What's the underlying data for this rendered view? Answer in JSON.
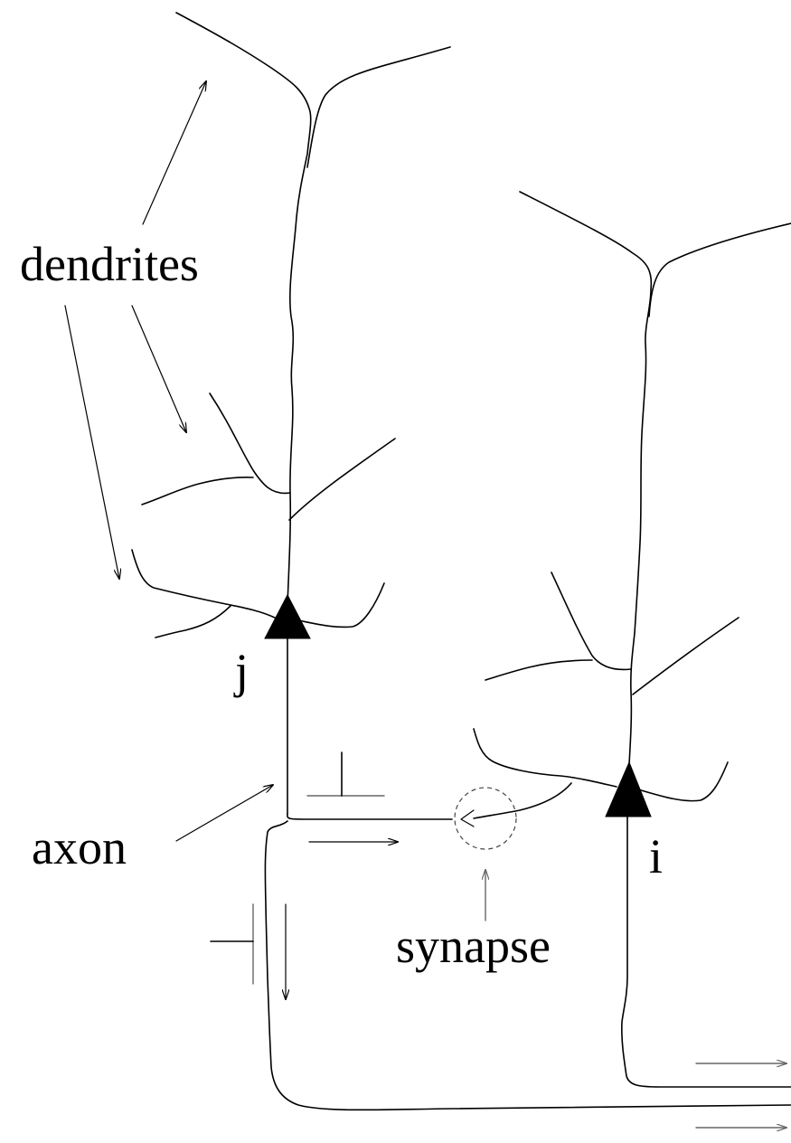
{
  "labels": {
    "dendrites": "dendrites",
    "axon": "axon",
    "synapse": "synapse",
    "neuron_j": "j",
    "neuron_i": "i"
  },
  "colors": {
    "line": "#000000",
    "soma": "#000000",
    "synapse_circle": "#444444",
    "background": "#ffffff"
  }
}
